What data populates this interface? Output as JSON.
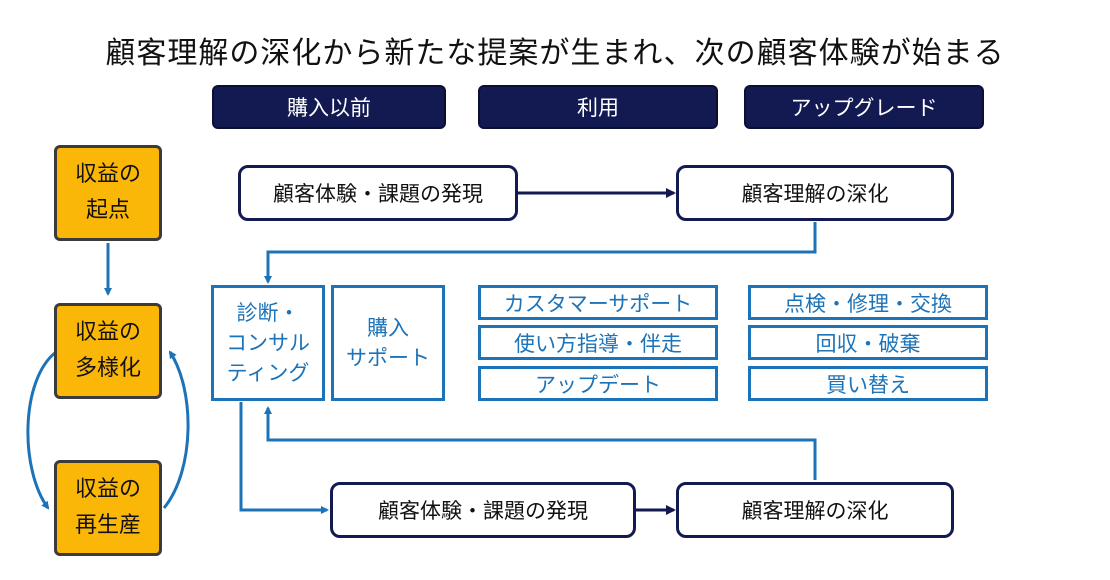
{
  "title": "顧客理解の深化から新たな提案が生まれ、次の顧客体験が始まる",
  "phases": [
    "購入以前",
    "利用",
    "アップグレード"
  ],
  "revenue": {
    "origin": [
      "収益の",
      "起点"
    ],
    "diversify": [
      "収益の",
      "多様化"
    ],
    "reproduce": [
      "収益の",
      "再生産"
    ]
  },
  "flow_top": {
    "discover": "顧客体験・課題の発現",
    "understand": "顧客理解の深化"
  },
  "flow_bottom": {
    "discover": "顧客体験・課題の発現",
    "understand": "顧客理解の深化"
  },
  "services": {
    "consulting": [
      "診断・",
      "コンサル",
      "ティング"
    ],
    "purchase_support": [
      "購入",
      "サポート"
    ],
    "use": [
      "カスタマーサポート",
      "使い方指導・伴走",
      "アップデート"
    ],
    "upgrade": [
      "点検・修理・交換",
      "回収・破棄",
      "買い替え"
    ]
  },
  "colors": {
    "navy": "#131a52",
    "orange": "#fbb707",
    "blue": "#1c73b8"
  }
}
